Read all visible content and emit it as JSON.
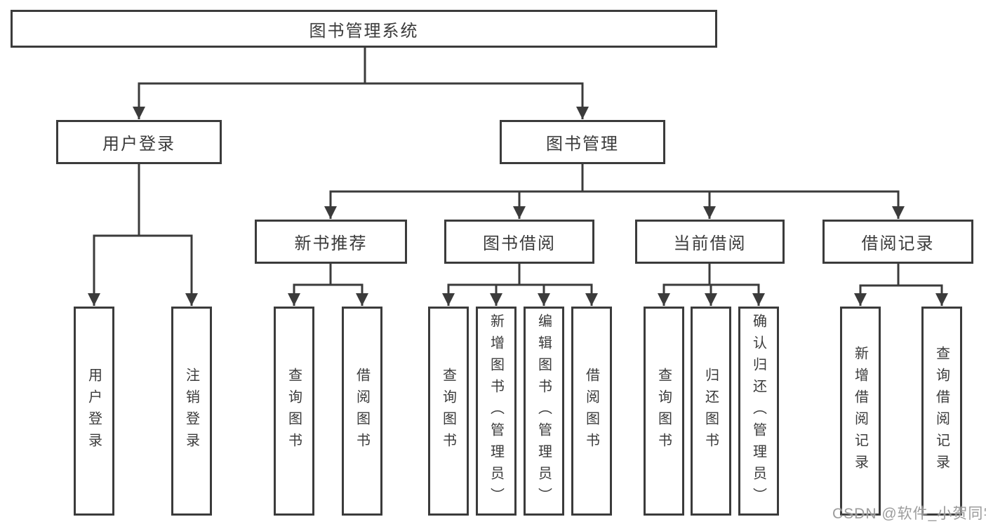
{
  "tree": {
    "label": "图书管理系统",
    "children": [
      {
        "label": "用户登录",
        "children": [
          {
            "label": "用户登录"
          },
          {
            "label": "注销登录"
          }
        ]
      },
      {
        "label": "图书管理",
        "children": [
          {
            "label": "新书推荐",
            "children": [
              {
                "label": "查询图书"
              },
              {
                "label": "借阅图书"
              }
            ]
          },
          {
            "label": "图书借阅",
            "children": [
              {
                "label": "查询图书"
              },
              {
                "label": "新增图书（管理员）"
              },
              {
                "label": "编辑图书（管理员）"
              },
              {
                "label": "借阅图书"
              }
            ]
          },
          {
            "label": "当前借阅",
            "children": [
              {
                "label": "查询图书"
              },
              {
                "label": "归还图书"
              },
              {
                "label": "确认归还（管理员）"
              }
            ]
          },
          {
            "label": "借阅记录",
            "children": [
              {
                "label": "新增借阅记录"
              },
              {
                "label": "查询借阅记录"
              }
            ]
          }
        ]
      }
    ]
  },
  "watermark": "CSDN @软件_小贺同学",
  "colors": {
    "line": "#3b3b3b",
    "text": "#3b3b3b",
    "box_background": "#ffffff",
    "watermark": "#949494",
    "background": "#ffffff"
  }
}
